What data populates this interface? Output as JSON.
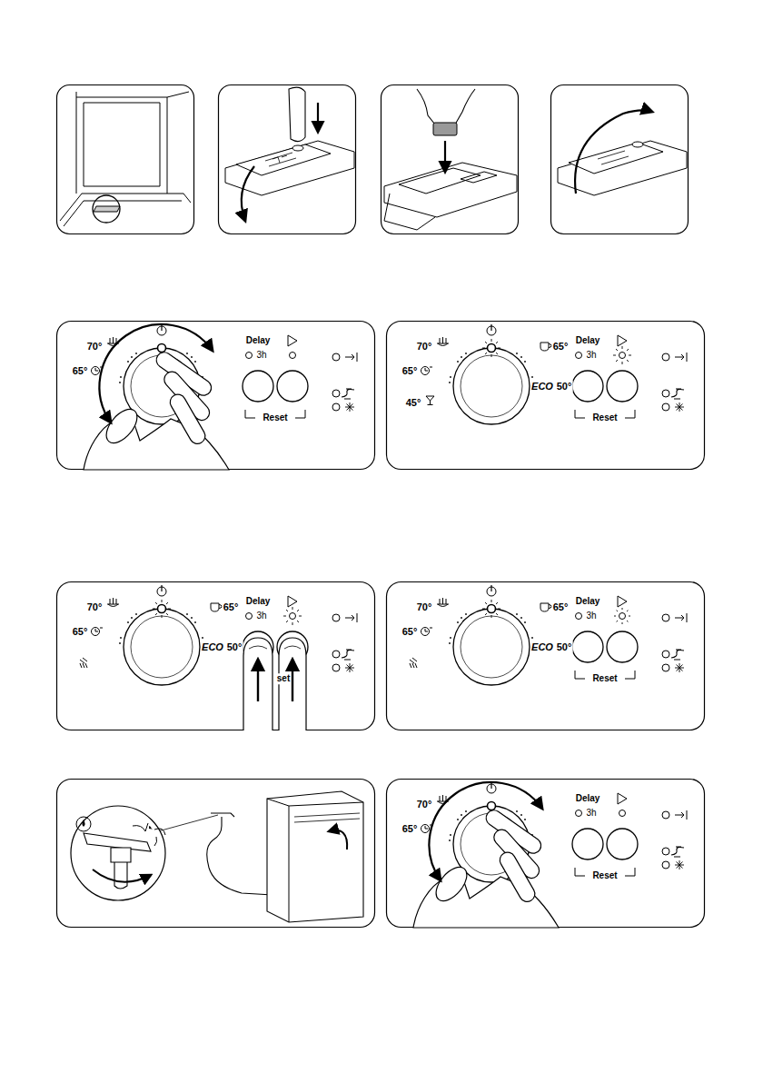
{
  "diagram": {
    "labels": [
      "Delay",
      "3h",
      "70°",
      "65°",
      "Reset",
      "Delay",
      "3h",
      "70°",
      "65°",
      "65°",
      "ECO",
      "50°",
      "45°",
      "Reset",
      "Delay",
      "3h",
      "70°",
      "65°",
      "65°",
      "ECO",
      "50°",
      "set",
      "Delay",
      "3h",
      "70°",
      "65°",
      "65°",
      "ECO",
      "50°",
      "Reset",
      "Delay",
      "3h",
      "70°",
      "65°",
      "Reset"
    ]
  }
}
